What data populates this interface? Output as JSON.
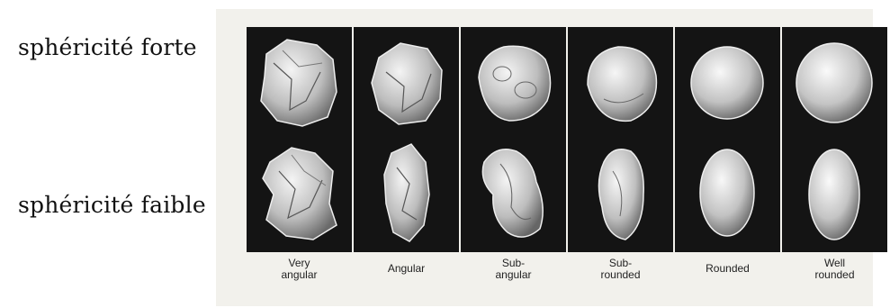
{
  "row_labels": {
    "high": "sphéricité forte",
    "low": "sphéricité faible"
  },
  "categories": [
    "Very\nangular",
    "Angular",
    "Sub-\nangular",
    "Sub-\nrounded",
    "Rounded",
    "Well\nrounded"
  ]
}
